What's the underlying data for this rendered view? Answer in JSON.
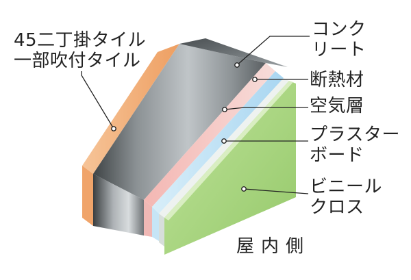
{
  "labels": {
    "tile": [
      "45二丁掛タイル",
      "一部吹付タイル"
    ],
    "concrete": [
      "コンク",
      "リート"
    ],
    "insulation": [
      "断熱材"
    ],
    "air_gap": [
      "空気層"
    ],
    "plasterboard": [
      "プラスター",
      "ボード"
    ],
    "vinyl_cloth": [
      "ビニール",
      "クロス"
    ],
    "indoor_side": "屋内側"
  },
  "colors": {
    "tile": "#f3b27e",
    "concrete_light": "#b5bbbe",
    "concrete_dark": "#3e4244",
    "insulation": "#f2c6c4",
    "air_gap": "#c9e6f6",
    "plasterboard": "#e7ecea",
    "vinyl_cloth": "#a9d57c",
    "leader_line": "#222222",
    "leader_dot": "#ffffff"
  }
}
